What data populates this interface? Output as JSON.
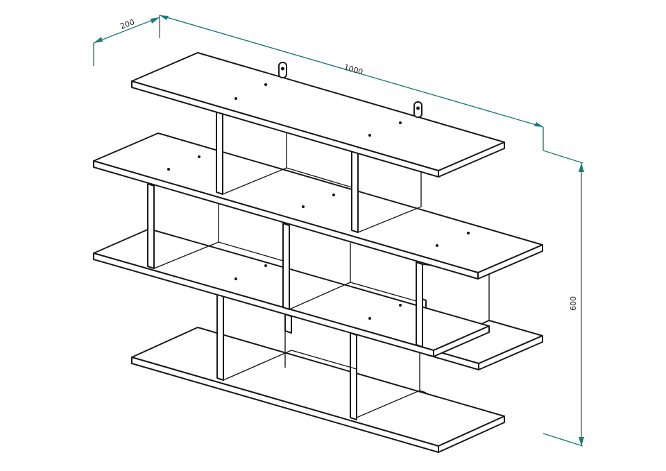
{
  "colors": {
    "line": "#1a1a1a",
    "dimension": "#1f7a7a",
    "background": "#ffffff"
  },
  "dimensions": {
    "depth": "200",
    "width": "1000",
    "height": "600"
  },
  "icons": [
    "hanging-bracket-icon"
  ]
}
